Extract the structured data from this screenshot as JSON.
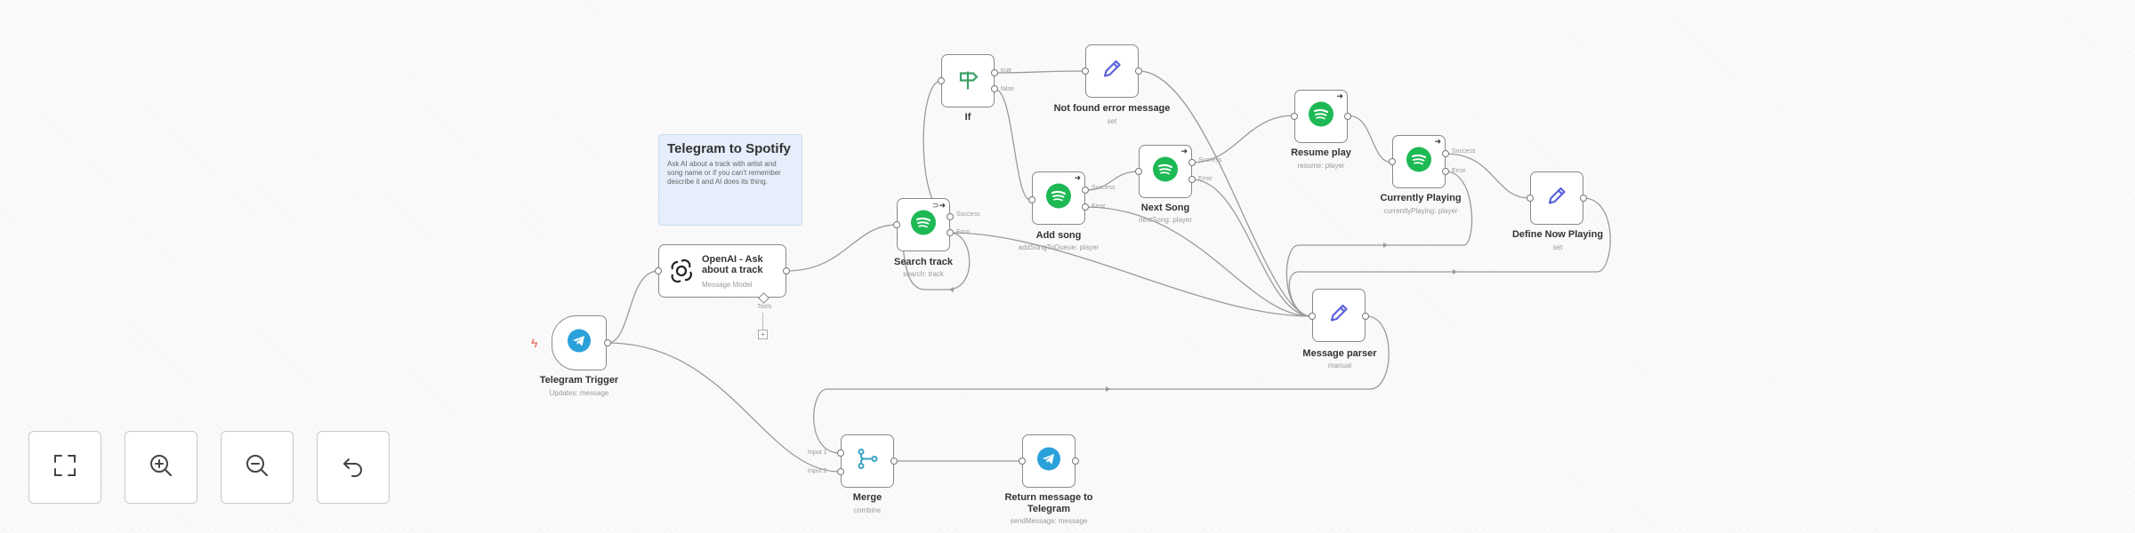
{
  "colors": {
    "spotify": "#1db954",
    "telegram": "#2aa1da",
    "edit": "#5961d8",
    "if_green": "#3ca066",
    "merge": "#3aa3c8",
    "trigger_bolt": "#e8554a"
  },
  "sticky": {
    "title": "Telegram to Spotify",
    "body": "Ask AI about a track with artist and song name or if you can't remember describe it and AI does its thing."
  },
  "nodes": {
    "telegram_trigger": {
      "label": "Telegram Trigger",
      "sub": "Updates: message",
      "icon": "telegram-icon"
    },
    "openai": {
      "label": "OpenAI - Ask about a track",
      "sub": "Message Model",
      "port_label": "Tools",
      "icon": "openai-icon"
    },
    "search_track": {
      "label": "Search track",
      "sub": "search: track",
      "port_success": "Success",
      "port_error": "Error",
      "icon": "spotify-icon"
    },
    "if": {
      "label": "If",
      "port_true": "true",
      "port_false": "false",
      "icon": "signpost-icon"
    },
    "not_found": {
      "label": "Not found error message",
      "sub": "set",
      "icon": "pencil-icon"
    },
    "add_song": {
      "label": "Add song",
      "sub": "addSongToQueue: player",
      "port_success": "Success",
      "port_error": "Error",
      "icon": "spotify-icon"
    },
    "next_song": {
      "label": "Next Song",
      "sub": "nextSong: player",
      "port_success": "Success",
      "port_error": "Error",
      "icon": "spotify-icon"
    },
    "resume_play": {
      "label": "Resume play",
      "sub": "resume: player",
      "icon": "spotify-icon"
    },
    "currently_playing": {
      "label": "Currently Playing",
      "sub": "currentlyPlaying: player",
      "port_success": "Success",
      "port_error": "Error",
      "icon": "spotify-icon"
    },
    "define_now_playing": {
      "label": "Define Now Playing",
      "sub": "set",
      "icon": "pencil-icon"
    },
    "message_parser": {
      "label": "Message parser",
      "sub": "manual",
      "icon": "pencil-icon"
    },
    "merge": {
      "label": "Merge",
      "sub": "combine",
      "port_input1": "Input 1",
      "port_input2": "Input 2",
      "icon": "merge-icon"
    },
    "return_message": {
      "label": "Return message to Telegram",
      "sub": "sendMessage: message",
      "icon": "telegram-icon"
    }
  },
  "controls": [
    {
      "name": "fit-view-button",
      "icon": "fit-view-icon"
    },
    {
      "name": "zoom-in-button",
      "icon": "zoom-in-icon"
    },
    {
      "name": "zoom-out-button",
      "icon": "zoom-out-icon"
    },
    {
      "name": "reset-zoom-button",
      "icon": "undo-icon"
    }
  ]
}
